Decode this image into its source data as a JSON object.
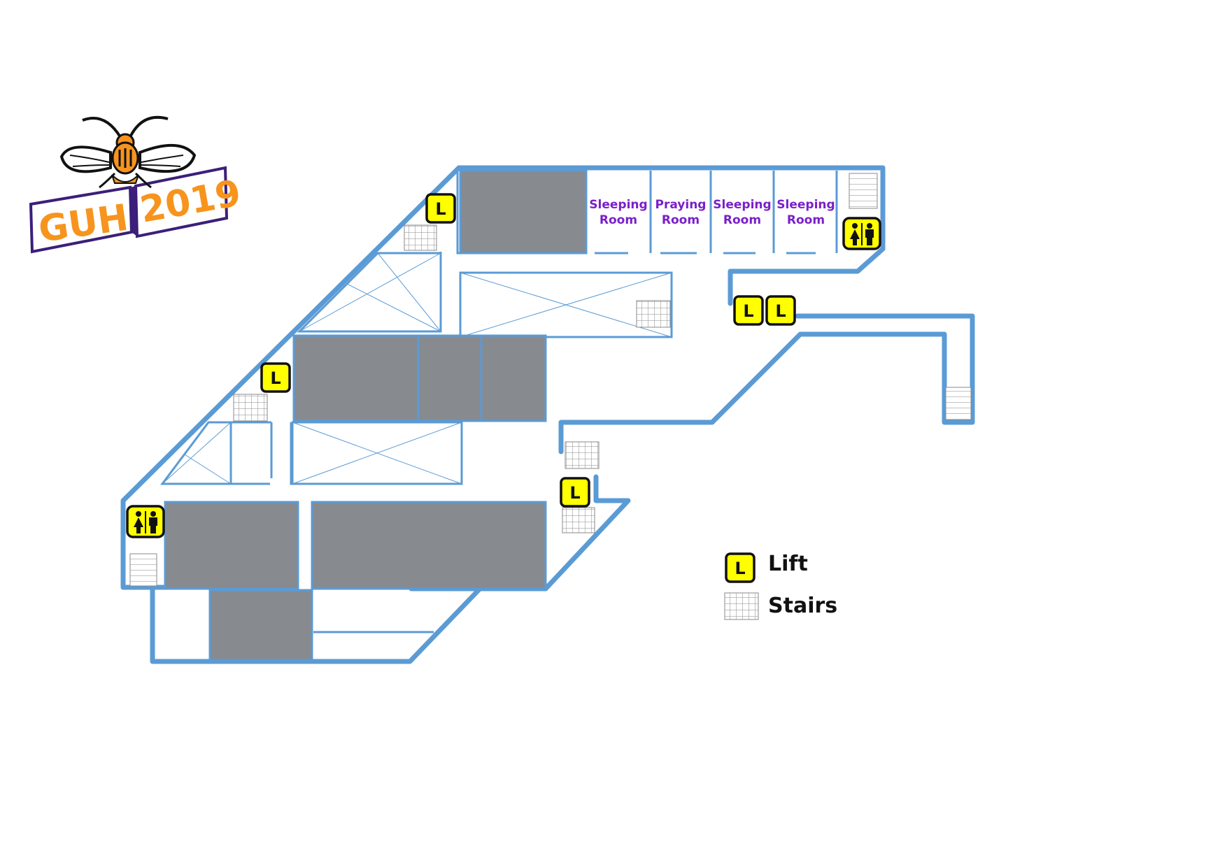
{
  "logo": {
    "left_text": "GUH",
    "right_text": "2019",
    "mascot_icon": "bee-icon",
    "colors": {
      "orange": "#f7941d",
      "purple": "#3b1f7a"
    }
  },
  "rooms": [
    {
      "label_line1": "Sleeping",
      "label_line2": "Room"
    },
    {
      "label_line1": "Praying",
      "label_line2": "Room"
    },
    {
      "label_line1": "Sleeping",
      "label_line2": "Room"
    },
    {
      "label_line1": "Sleeping",
      "label_line2": "Room"
    }
  ],
  "symbols": {
    "lift_letter": "L",
    "lift_icon": "lift-icon",
    "stairs_icon": "stairs-icon",
    "toilet_icon": "toilet-icon"
  },
  "legend": {
    "lift_label": "Lift",
    "stairs_label": "Stairs"
  },
  "colors": {
    "wall": "#5b9bd5",
    "block": "#878a8f",
    "lift": "#ffff00",
    "room_label": "#7a1fc9"
  }
}
